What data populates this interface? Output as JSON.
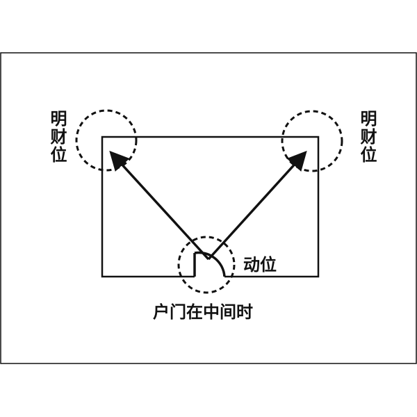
{
  "labels": {
    "left_position": "明财位",
    "right_position": "明财位",
    "door_position": "动位",
    "caption": "户门在中间时"
  }
}
